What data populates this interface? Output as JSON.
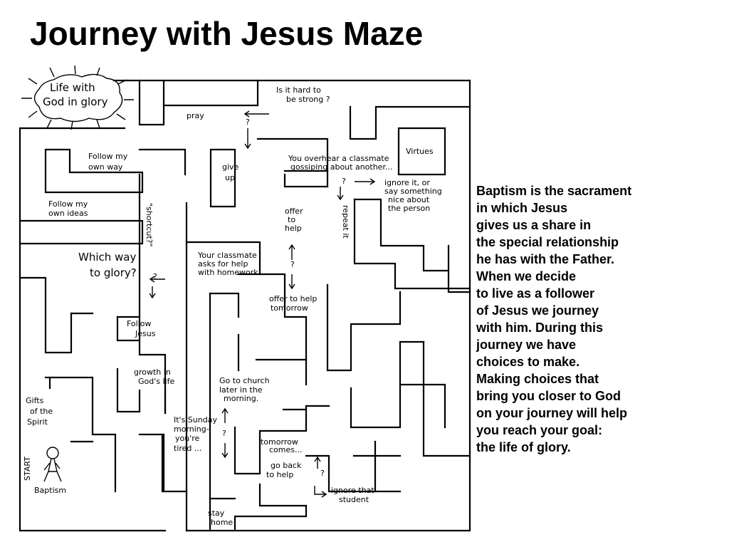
{
  "title": "Journey with Jesus Maze",
  "maze": {
    "goal": [
      "Life with",
      "God in glory"
    ],
    "start": "START",
    "start_label": "Baptism",
    "gifts": [
      "Gifts",
      "of the",
      "Spirit"
    ],
    "labels": {
      "pray": "pray",
      "is_hard": [
        "Is it hard to",
        "be strong ?"
      ],
      "follow_own_way": [
        "Follow my",
        "own way"
      ],
      "give_up": [
        "give",
        "up"
      ],
      "overhear": [
        "You overhear a classmate",
        "gossiping about another..."
      ],
      "virtues": "Virtues",
      "ignore_it": [
        "ignore it, or",
        "say something",
        "nice about",
        "the person"
      ],
      "repeat_it": "repeat it",
      "follow_own_ideas": [
        "Follow my",
        "own ideas"
      ],
      "offer_help": [
        "offer",
        "to",
        "help"
      ],
      "shortcut": "\"shortcut?\"",
      "which_way": [
        "Which way",
        "to glory?"
      ],
      "classmate": [
        "Your classmate",
        "asks for help",
        "with homework..."
      ],
      "offer_tomorrow": [
        "offer to help",
        "tomorrow"
      ],
      "follow_jesus": [
        "Follow",
        "Jesus"
      ],
      "growth": [
        "growth in",
        "God's life"
      ],
      "go_church": [
        "Go to church",
        "later in the",
        "morning."
      ],
      "sunday": [
        "It's Sunday",
        "morning-",
        "you're",
        "tired ..."
      ],
      "tomorrow_comes": [
        "tomorrow",
        "comes..."
      ],
      "go_back": [
        "go back",
        "to help"
      ],
      "ignore_student": [
        "ignore that",
        "student"
      ],
      "stay_home": [
        "stay",
        "home"
      ],
      "q": "?"
    }
  },
  "paragraph": [
    "Baptism is the sacrament",
    "in which Jesus",
    "gives us a share in",
    "the special relationship",
    "he has with the Father.",
    "When we decide",
    "to live as a follower",
    "of Jesus we journey",
    "with him. During this",
    "journey we have",
    "choices to make.",
    "Making choices that",
    "bring you closer to God",
    "on your journey will help",
    "you reach your goal:",
    "the life of glory."
  ]
}
